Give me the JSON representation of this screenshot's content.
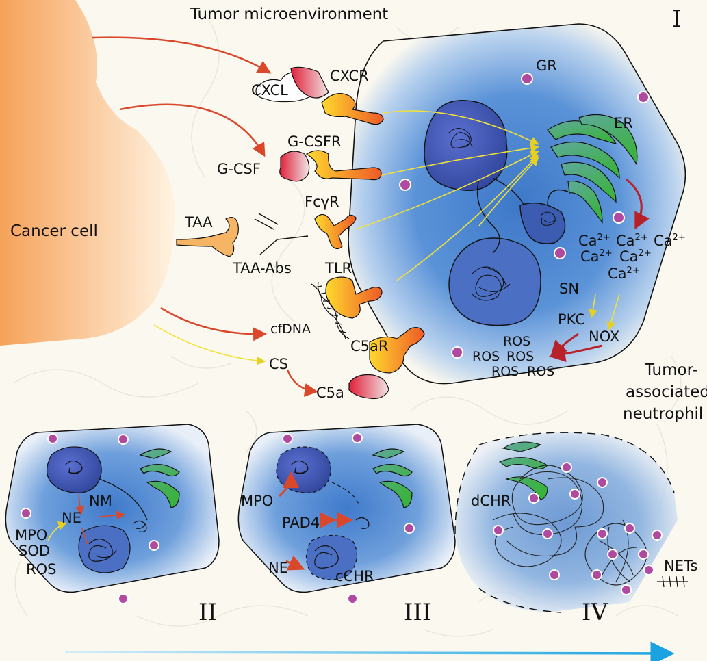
{
  "title": "Tumor microenvironment",
  "cancer_cell": "Cancer cell",
  "tumor_neutrophil": [
    "Tumor-",
    "associated",
    "neutrophil"
  ],
  "panels": [
    "I",
    "II",
    "III",
    "IV"
  ],
  "receptors": {
    "cxcl": "CXCL",
    "cxcr": "CXCR",
    "gcsfr": "G-CSFR",
    "gcsf": "G-CSF",
    "taa": "TAA",
    "fcgr": "FcγR",
    "taa_abs": "TAA-Abs",
    "tlr": "TLR",
    "cfdna": "cfDNA",
    "c5ar": "C5aR",
    "cs": "CS",
    "c5a": "C5a"
  },
  "cell_i": {
    "gr": "GR",
    "er": "ER",
    "sn": "SN",
    "ca": "Ca",
    "ca_sup": "2+",
    "pkc": "PKC",
    "nox": "NOX",
    "ros": "ROS"
  },
  "cell_ii": {
    "nm": "NM",
    "ne": "NE",
    "mpo": "MPO",
    "sod": "SOD",
    "ros": "ROS"
  },
  "cell_iii": {
    "mpo": "MPO",
    "pad4": "PAD4",
    "ne": "NE",
    "cchr": "cCHR"
  },
  "cell_iv": {
    "dchr": "dCHR",
    "nets": "NETs"
  },
  "colors": {
    "background": "#fbf8ef",
    "cancer_cell": "#f7a864",
    "neutrophil_blue": "#3f7fcf",
    "nucleus": "#3552a8",
    "er_green": "#4cae55",
    "granule": "#b04aa0",
    "arrow_red": "#d9482b",
    "arrow_yellow": "#f2e23a",
    "time_arrow": "#1aa3e0"
  }
}
